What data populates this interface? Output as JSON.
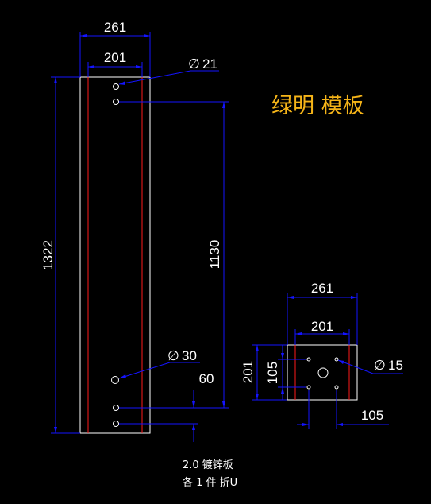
{
  "title": "绿明 模板",
  "left_plate": {
    "width_outer": "261",
    "width_inner": "201",
    "height_total": "1322",
    "hole_spacing": "1130",
    "hole_top_dia": "21",
    "hole_bottom_dia": "30",
    "edge_offset": "60"
  },
  "right_plate": {
    "width_outer": "261",
    "width_inner": "201",
    "height": "201",
    "half_height": "105",
    "offset": "105",
    "hole_dia": "15"
  },
  "notes": {
    "line1": "2.0 镀锌板",
    "line2": "各 1 件 折U"
  },
  "diameter_symbol": "∅"
}
